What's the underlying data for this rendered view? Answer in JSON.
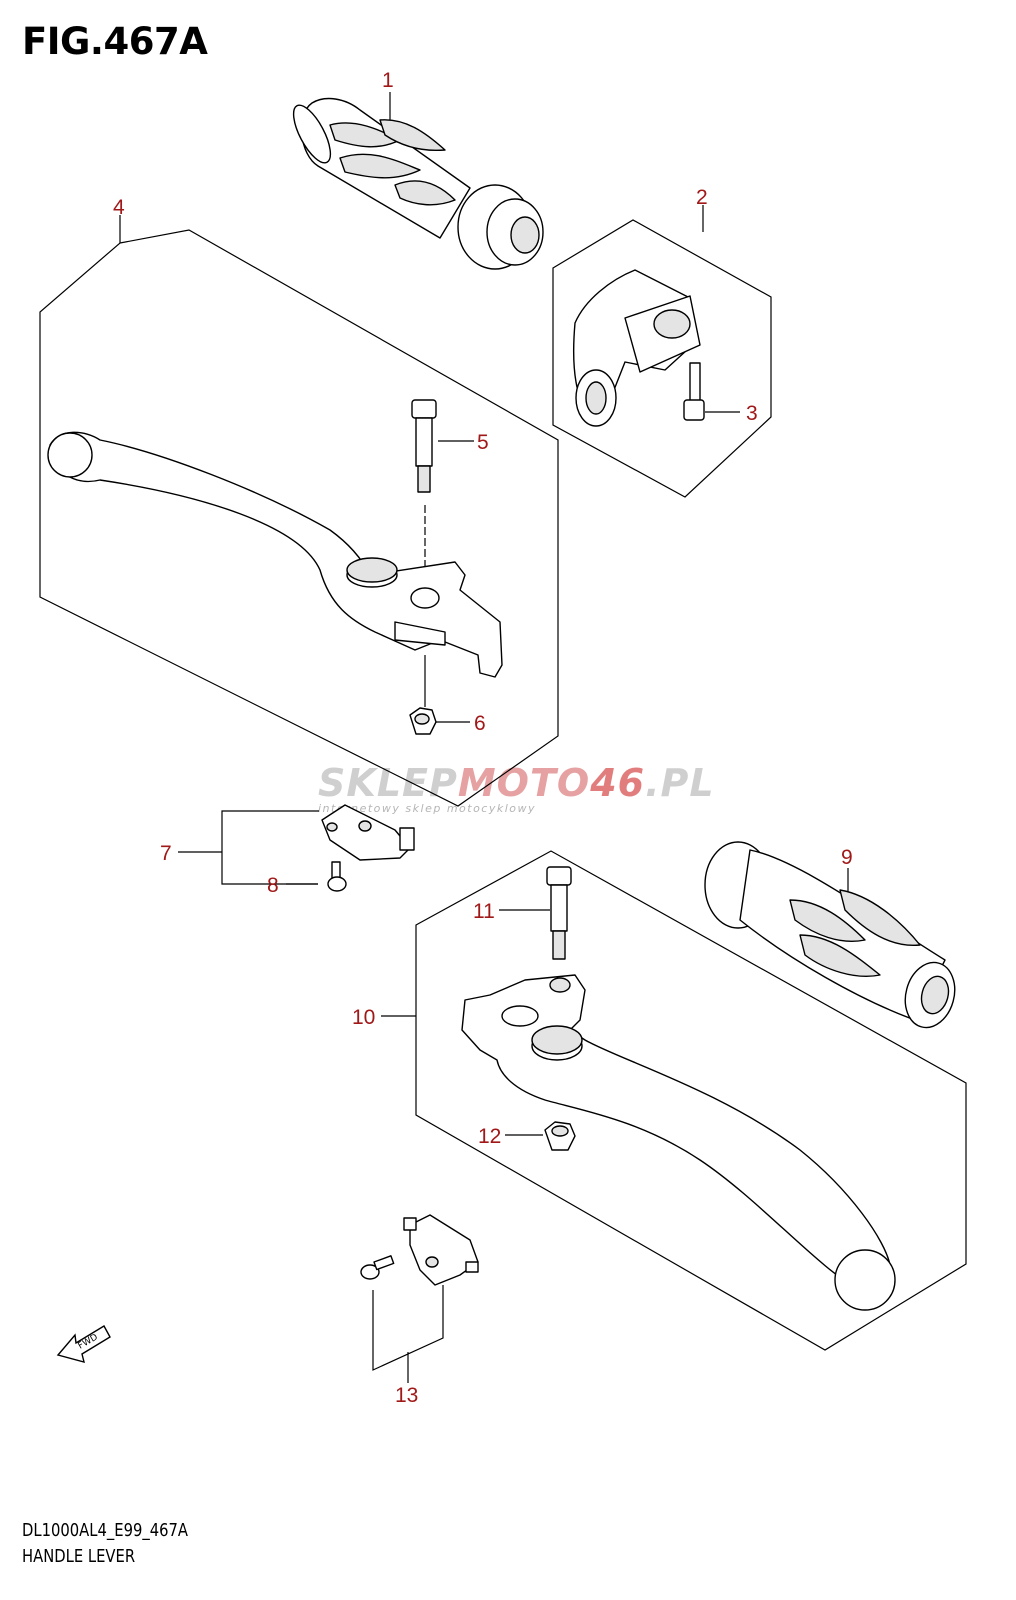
{
  "figure": {
    "title": "FIG.467A"
  },
  "footer": {
    "model_code": "DL1000AL4_E99_467A",
    "caption": "HANDLE LEVER"
  },
  "watermark": {
    "brand_a": "SKLEP",
    "brand_b": "MOTO",
    "brand_c": "46",
    "brand_d": ".PL",
    "tagline": "internetowy sklep motocyklowy"
  },
  "fwd_label": "FWD",
  "callouts": [
    {
      "id": "1",
      "label": "1"
    },
    {
      "id": "2",
      "label": "2"
    },
    {
      "id": "3",
      "label": "3"
    },
    {
      "id": "4",
      "label": "4"
    },
    {
      "id": "5",
      "label": "5"
    },
    {
      "id": "6",
      "label": "6"
    },
    {
      "id": "7",
      "label": "7"
    },
    {
      "id": "8",
      "label": "8"
    },
    {
      "id": "9",
      "label": "9"
    },
    {
      "id": "10",
      "label": "10"
    },
    {
      "id": "11",
      "label": "11"
    },
    {
      "id": "12",
      "label": "12"
    },
    {
      "id": "13",
      "label": "13"
    }
  ],
  "colors": {
    "callout": "#a01818",
    "line": "#000000",
    "part_shade": "#e4e4e4",
    "watermark": "#c8c8c8",
    "watermark_accent": "#e5a0a0"
  },
  "icons": [
    "fwd-arrow-icon"
  ]
}
